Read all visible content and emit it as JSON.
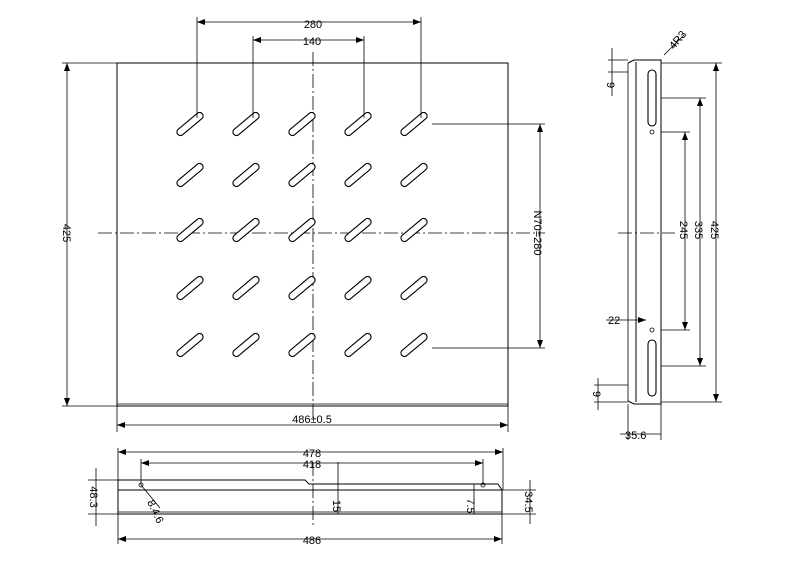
{
  "drawing": {
    "front_view": {
      "dim_outer_holes": "280",
      "dim_inner_holes": "140",
      "dim_height": "425",
      "dim_width": "486±0.5",
      "dim_slot_pitch": "N70=280",
      "slot_rows": 5,
      "slot_cols": 5
    },
    "side_view": {
      "dim_top_radius": "4R3",
      "dim_top_offset": "9",
      "dim_inner_span": "245",
      "dim_mid_span": "335",
      "dim_total_height": "425",
      "dim_bottom_gap": "22",
      "dim_bottom_offset": "9",
      "dim_thickness": "35.6"
    },
    "bottom_view": {
      "dim_top_width": "478",
      "dim_mid_width": "418",
      "dim_left_height": "48.3",
      "dim_hole": "8.4.6",
      "dim_center_depth": "15",
      "dim_right_depth": "7.5",
      "dim_side_height": "34.5",
      "dim_bottom_width": "486"
    }
  }
}
